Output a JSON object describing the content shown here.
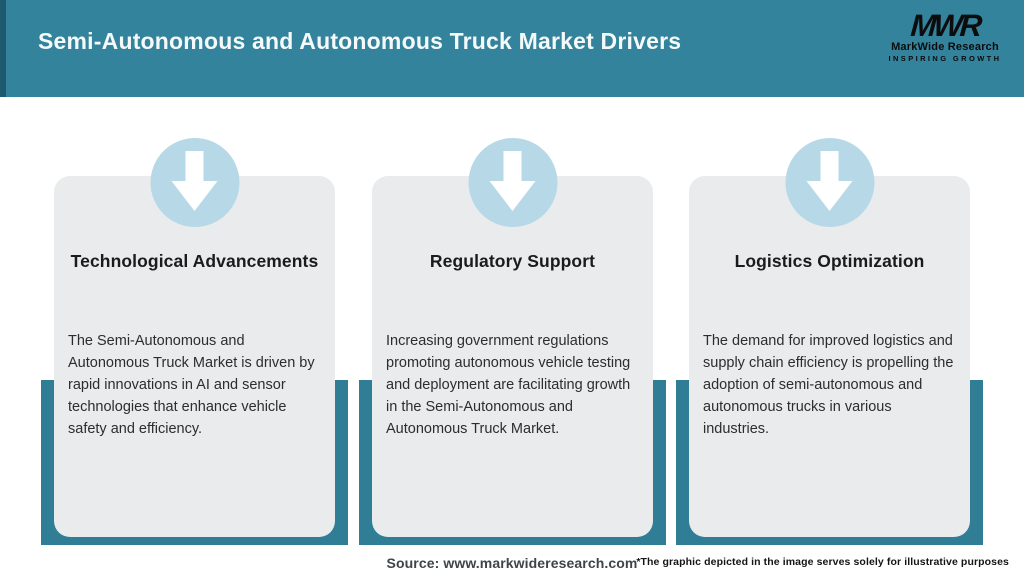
{
  "header": {
    "title": "Semi-Autonomous and Autonomous Truck Market Drivers",
    "logo": {
      "acronym": "MWR",
      "name": "MarkWide Research",
      "tagline": "INSPIRING GROWTH"
    }
  },
  "cards": [
    {
      "icon": "down-arrow-icon",
      "title": "Technological Advancements",
      "description": "The Semi-Autonomous and Autonomous Truck Market is driven by rapid innovations in AI and sensor technologies that enhance vehicle safety and efficiency."
    },
    {
      "icon": "down-arrow-icon",
      "title": "Regulatory Support",
      "description": "Increasing government regulations promoting autonomous vehicle testing and deployment are facilitating growth in the Semi-Autonomous and Autonomous Truck Market."
    },
    {
      "icon": "down-arrow-icon",
      "title": "Logistics Optimization",
      "description": "The demand for improved logistics and supply chain efficiency is propelling the adoption of semi-autonomous and autonomous trucks in various industries."
    }
  ],
  "footer": {
    "source": "Source: www.markwideresearch.com",
    "disclaimer": "*The graphic depicted in the image serves solely for illustrative purposes"
  },
  "colors": {
    "header_teal": "#33839c",
    "header_accent": "#1d5a70",
    "backing_teal": "#2f7e96",
    "card_bg": "#e9ebec",
    "circle_blue": "#b7d9e7",
    "arrow_white": "#ffffff",
    "title_text": "#1b1b1b",
    "body_text": "#2d2d2d",
    "source_text": "#3f4449",
    "logo_black": "#0c0c0c"
  }
}
